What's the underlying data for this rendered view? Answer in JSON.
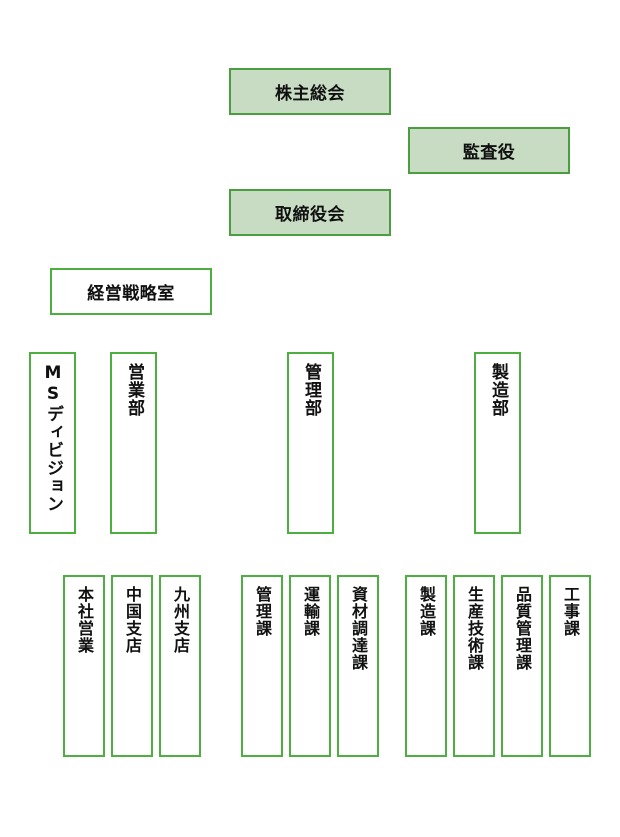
{
  "colors": {
    "border": "#4caf3f",
    "fill": "#c8dcc4"
  },
  "top": {
    "shareholders": "株主総会",
    "auditor": "監査役",
    "board": "取締役会",
    "strategy": "経営戦略室"
  },
  "divisions": {
    "ms": "MSディビジョン",
    "sales": "営業部",
    "admin": "管理部",
    "manufacturing": "製造部"
  },
  "units": {
    "sales": [
      "本社営業",
      "中国支店",
      "九州支店"
    ],
    "admin": [
      "管理課",
      "運輸課",
      "資材調達課"
    ],
    "manufacturing": [
      "製造課",
      "生産技術課",
      "品質管理課",
      "工事課"
    ]
  }
}
